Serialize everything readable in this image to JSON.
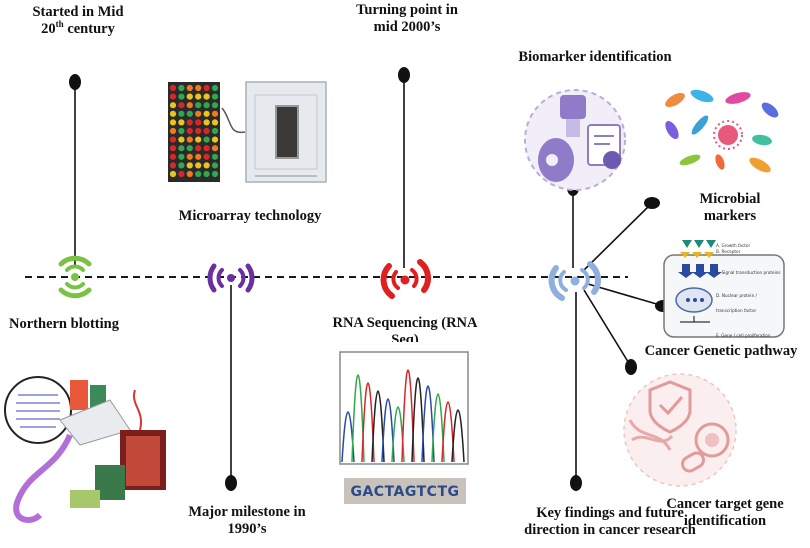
{
  "labels": {
    "started_line1": "Started in Mid",
    "started_line2_pre": "20",
    "started_line2_sup": "th",
    "started_line2_post": " century",
    "turning_line1": "Turning point in",
    "turning_line2": "mid 2000’s",
    "biomarker": "Biomarker identification",
    "microarray": "Microarray technology",
    "microbial_line1": "Microbial",
    "microbial_line2": "markers",
    "northern": "Northern blotting",
    "rnaseq_line1": "RNA Sequencing (RNA",
    "rnaseq_line2": "Seq)",
    "cancer_pathway": "Cancer Genetic pathway",
    "major_line1": "Major milestone in",
    "major_line2": "1990’s",
    "key_line1": "Key findings and future",
    "key_line2": "direction in cancer research",
    "target_line1": "Cancer target  gene",
    "target_line2": "identification",
    "dna_sequence": "GACTAGTCTG",
    "pathway_items": [
      "A. Growth factor",
      "B. Receptor",
      "C. Signal transduction proteins",
      "D. Nuclear protein / transcription factor",
      "E. Gene / cell proliferation"
    ]
  },
  "colors": {
    "green": "#7cc242",
    "purple": "#6a2fa0",
    "red": "#e02020",
    "blue": "#8fb0dd",
    "line": "#1a1a1a"
  },
  "icons": [
    "microarray-chip-icon",
    "microbes-icon",
    "biomarker-lab-icon",
    "pathway-card-icon",
    "target-shield-icon",
    "blotting-apparatus-icon",
    "sequencing-chromatogram-icon"
  ]
}
